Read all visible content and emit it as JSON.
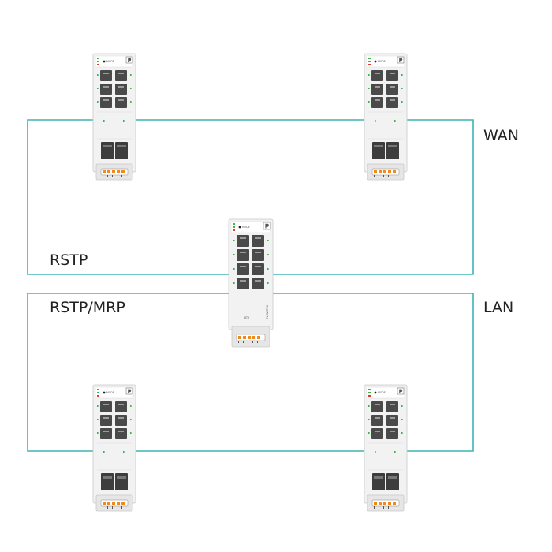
{
  "labels": {
    "wan": "WAN",
    "lan": "LAN",
    "rstp": "RSTP",
    "rstp_mrp": "RSTP/MRP"
  },
  "switch_texts": {
    "led_text": "MODE",
    "core_note": "8TX",
    "core_side": "FL SWITCH"
  },
  "colors": {
    "link": "#3fb3b3",
    "housing": "#f2f2f2",
    "housing_edge": "#c9c9c9",
    "port": "#4a4a4a",
    "led_green": "#39b54a",
    "led_red": "#e03a2f",
    "terminal": "#f08a1c"
  },
  "icons": {
    "switch": "industrial-ethernet-switch-icon",
    "logo": "phoenix-contact-logo-icon"
  }
}
